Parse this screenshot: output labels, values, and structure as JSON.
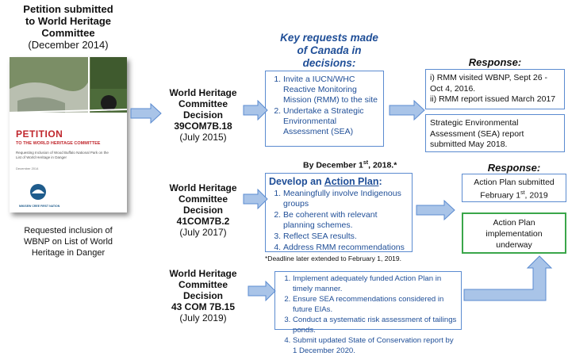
{
  "petition": {
    "title_line1": "Petition submitted",
    "title_line2": "to World Heritage",
    "title_line3": "Committee",
    "date": "(December 2014)",
    "cover_title": "PETITION",
    "cover_subtitle": "TO THE WORLD HERITAGE COMMITTEE",
    "cover_body": "Requesting Inclusion of Wood Buffalo National Park on the List of World Heritage in Danger",
    "cover_date": "December 2014",
    "cover_logo": "MIKISEW CREE FIRST NATION",
    "caption_line1": "Requested inclusion of",
    "caption_line2": "WBNP on List of World",
    "caption_line3": "Heritage in Danger"
  },
  "headers": {
    "key_requests_line1": "Key requests made",
    "key_requests_line2": "of Canada in",
    "key_requests_line3": "decisions:",
    "response1": "Response:",
    "by_december": "By December 1",
    "by_december_sup": "st",
    "by_december_tail": ", 2018.*",
    "response2": "Response:"
  },
  "decisions": [
    {
      "line1": "World Heritage",
      "line2": "Committee",
      "line3": "Decision",
      "code": "39COM7B.18",
      "date": "(July 2015)"
    },
    {
      "line1": "World Heritage",
      "line2": "Committee",
      "line3": "Decision",
      "code": "41COM7B.2",
      "date": "(July 2017)"
    },
    {
      "line1": "World Heritage",
      "line2": "Committee",
      "line3": "Decision",
      "code": "43 COM 7B.15",
      "date": "(July 2019)"
    }
  ],
  "box1": {
    "items": [
      "Invite a IUCN/WHC Reactive Monitoring Mission (RMM) to the site",
      "Undertake a Strategic Environmental Assessment (SEA)"
    ]
  },
  "response_box1": {
    "line1": "i) RMM visited WBNP, Sept 26 -",
    "line2": "Oct 4, 2016.",
    "line3": "ii) RMM report issued March 2017"
  },
  "response_box2": {
    "line1": "Strategic Environmental",
    "line2": "Assessment (SEA) report",
    "line3": "submitted May 2018."
  },
  "box2": {
    "heading_pre": "Develop an ",
    "heading_link": "Action Plan",
    "heading_post": ":",
    "items": [
      "Meaningfully involve Indigenous groups",
      "Be coherent with relevant planning schemes.",
      "Reflect SEA results.",
      "Address RMM recommendations"
    ],
    "footnote": "*Deadline later extended to February 1, 2019."
  },
  "response_box3": {
    "line1": "Action Plan submitted",
    "line2": "February 1",
    "line2_sup": "st",
    "line2_tail": ", 2019"
  },
  "response_box4": {
    "line1": "Action Plan",
    "line2": "implementation",
    "line3": "underway"
  },
  "box3": {
    "items": [
      "Implement adequately funded Action Plan in timely manner.",
      "Ensure SEA recommendations considered in future EIAs.",
      "Conduct a systematic risk assessment of tailings ponds.",
      "Submit updated State of Conservation report by 1 December 2020."
    ]
  },
  "colors": {
    "arrow_fill": "#a9c4e8",
    "arrow_stroke": "#5b8bd0",
    "box_border": "#5b8bd0",
    "text_blue": "#1f4e97",
    "green_border": "#3aa64a",
    "cover_red": "#c0272d"
  }
}
